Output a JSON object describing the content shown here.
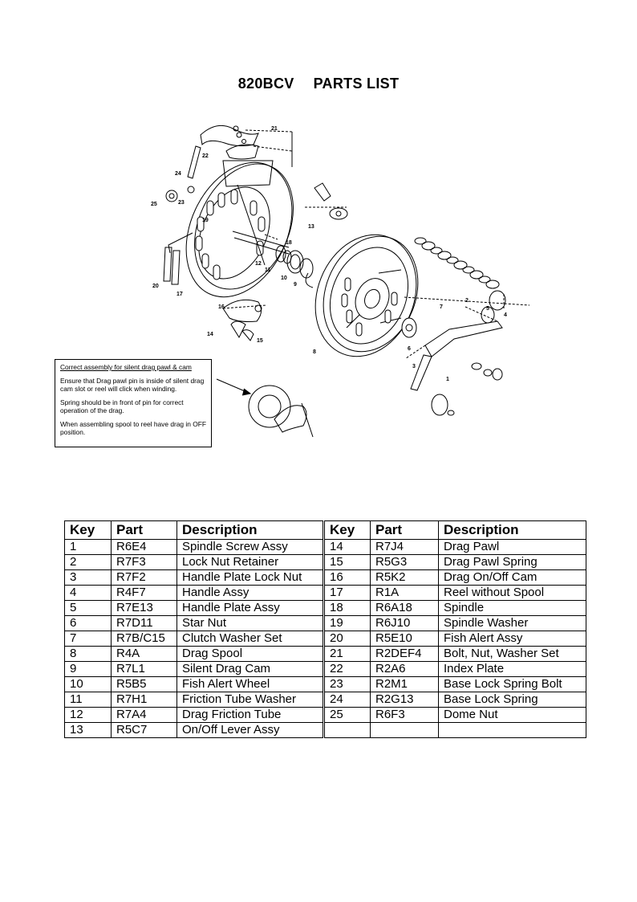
{
  "title": {
    "model": "820BCV",
    "label": "PARTS LIST"
  },
  "note": {
    "title": "Correct assembly for silent drag pawl & cam",
    "p1": "Ensure that Drag pawl pin is inside of silent drag cam slot or reel will click when winding.",
    "p2": "Spring should be in front of pin for correct operation of the drag.",
    "p3": "When assembling spool to reel have drag in OFF position."
  },
  "diagram_labels": {
    "n1": "1",
    "n2": "2",
    "n3": "3",
    "n4": "4",
    "n5": "5",
    "n6": "6",
    "n7": "7",
    "n8": "8",
    "n9": "9",
    "n10": "10",
    "n11": "11",
    "n12": "12",
    "n13": "13",
    "n14": "14",
    "n15": "15",
    "n16": "16",
    "n17": "17",
    "n18": "18",
    "n19": "19",
    "n20": "20",
    "n21": "21",
    "n22": "22",
    "n23": "23",
    "n24": "24",
    "n25": "25"
  },
  "table": {
    "headers": [
      "Key",
      "Part",
      "Description",
      "Key",
      "Part",
      "Description"
    ],
    "rows": [
      [
        "1",
        "R6E4",
        "Spindle Screw Assy",
        "14",
        "R7J4",
        "Drag Pawl"
      ],
      [
        "2",
        "R7F3",
        "Lock Nut Retainer",
        "15",
        "R5G3",
        "Drag Pawl Spring"
      ],
      [
        "3",
        "R7F2",
        "Handle Plate Lock Nut",
        "16",
        "R5K2",
        "Drag On/Off Cam"
      ],
      [
        "4",
        "R4F7",
        "Handle Assy",
        "17",
        "R1A",
        "Reel without Spool"
      ],
      [
        "5",
        "R7E13",
        "Handle Plate Assy",
        "18",
        "R6A18",
        "Spindle"
      ],
      [
        "6",
        "R7D11",
        "Star Nut",
        "19",
        "R6J10",
        "Spindle Washer"
      ],
      [
        "7",
        "R7B/C15",
        "Clutch Washer Set",
        "20",
        "R5E10",
        "Fish Alert Assy"
      ],
      [
        "8",
        "R4A",
        "Drag Spool",
        "21",
        "R2DEF4",
        "Bolt, Nut, Washer Set"
      ],
      [
        "9",
        "R7L1",
        "Silent Drag Cam",
        "22",
        "R2A6",
        "Index Plate"
      ],
      [
        "10",
        "R5B5",
        "Fish Alert Wheel",
        "23",
        "R2M1",
        "Base Lock Spring Bolt"
      ],
      [
        "11",
        "R7H1",
        "Friction Tube Washer",
        "24",
        "R2G13",
        "Base Lock Spring"
      ],
      [
        "12",
        "R7A4",
        "Drag Friction Tube",
        "25",
        "R6F3",
        "Dome Nut"
      ],
      [
        "13",
        "R5C7",
        "On/Off Lever Assy",
        "",
        "",
        ""
      ]
    ]
  }
}
